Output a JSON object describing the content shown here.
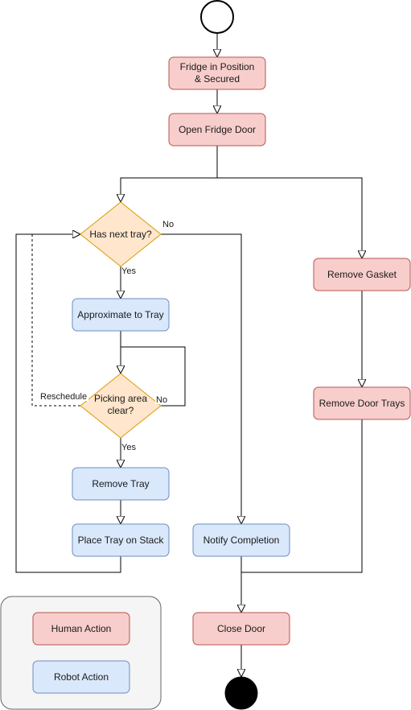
{
  "colors": {
    "human_fill": "#f8cecc",
    "human_stroke": "#b85450",
    "robot_fill": "#dae8fc",
    "robot_stroke": "#6c8ebf",
    "decision_fill": "#ffe6cc",
    "decision_stroke": "#d79b00",
    "legend_fill": "#f5f5f5",
    "legend_stroke": "#666666",
    "line": "#000000"
  },
  "nodes": {
    "fridge_in_position": {
      "line1": "Fridge in Position",
      "line2": "& Secured"
    },
    "open_fridge_door": "Open Fridge Door",
    "has_next_tray": "Has next tray?",
    "approximate_to_tray": "Approximate to Tray",
    "picking_area_clear": {
      "line1": "Picking area",
      "line2": "clear?"
    },
    "remove_tray": "Remove Tray",
    "place_tray_on_stack": "Place Tray on Stack",
    "notify_completion": "Notify Completion",
    "remove_gasket": "Remove Gasket",
    "remove_door_trays": "Remove Door Trays",
    "close_door": "Close Door"
  },
  "edge_labels": {
    "next_tray_no": "No",
    "next_tray_yes": "Yes",
    "picking_no": "No",
    "picking_yes": "Yes",
    "reschedule": "Reschedule"
  },
  "legend": {
    "human": "Human Action",
    "robot": "Robot Action"
  },
  "icons": {
    "start": "start-node-icon",
    "end": "end-node-icon"
  }
}
